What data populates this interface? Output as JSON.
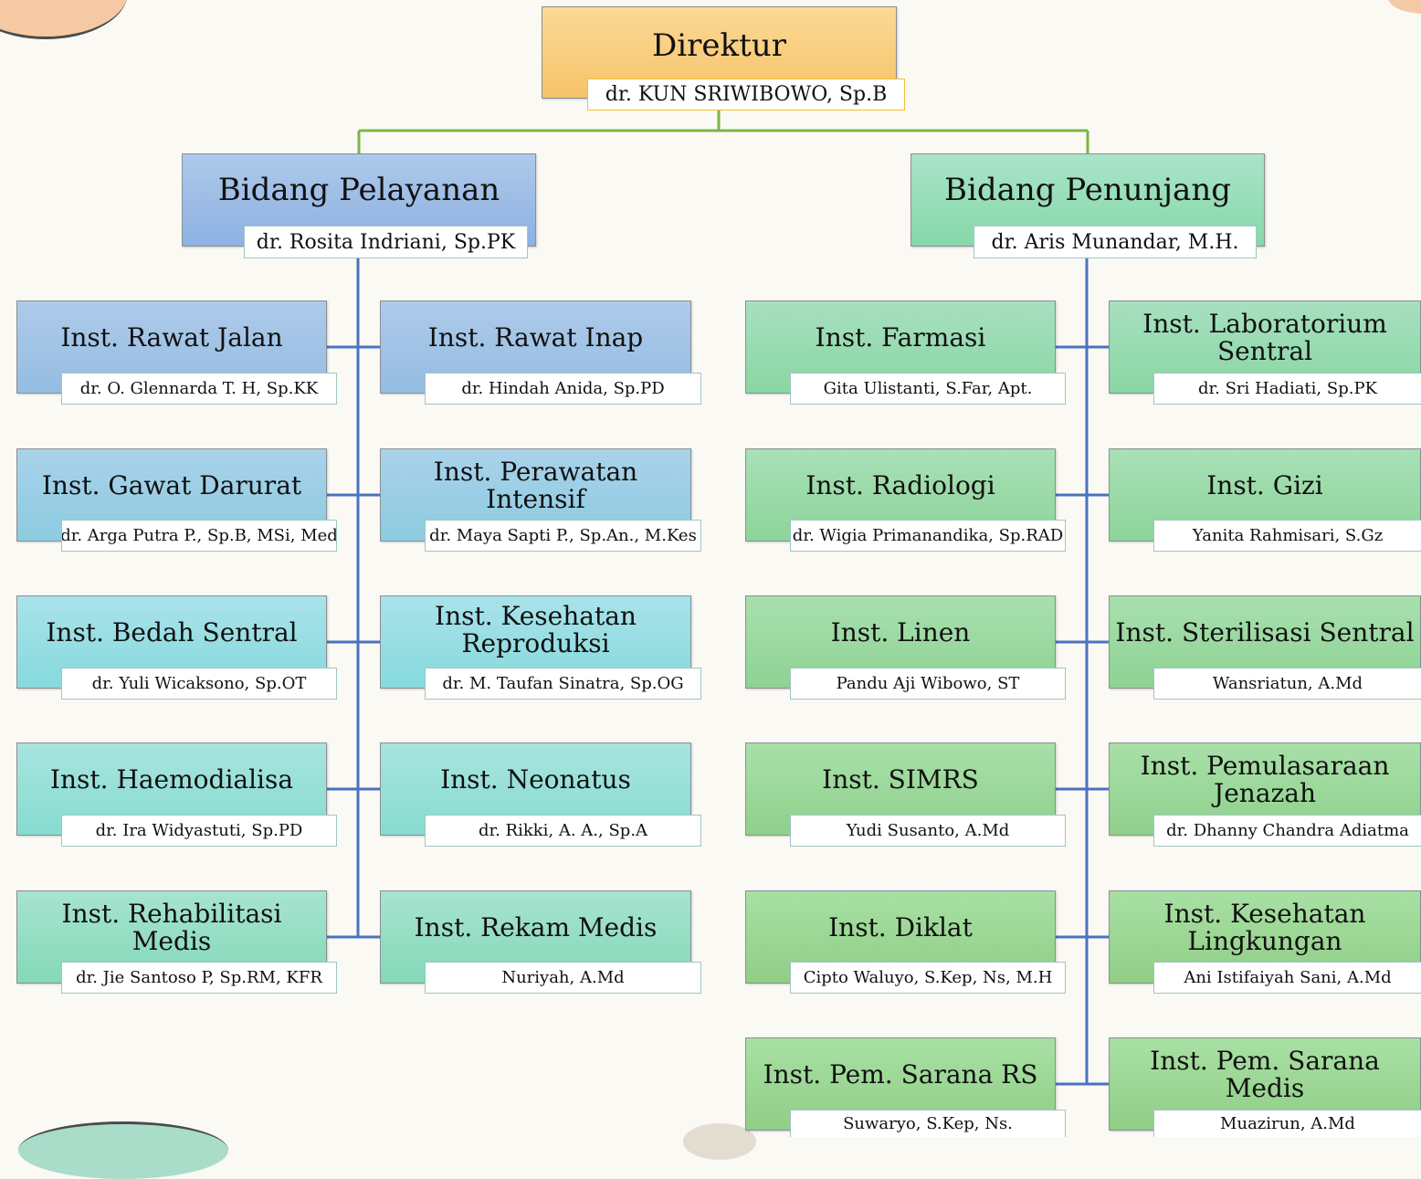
{
  "director": {
    "title": "Direktur",
    "name": "dr. KUN SRIWIBOWO, Sp.B"
  },
  "pelayanan": {
    "title": "Bidang Pelayanan",
    "name": "dr. Rosita Indriani, Sp.PK",
    "units": [
      {
        "title": "Inst. Rawat Jalan",
        "name": "dr. O. Glennarda T. H, Sp.KK"
      },
      {
        "title": "Inst. Rawat Inap",
        "name": "dr. Hindah Anida, Sp.PD"
      },
      {
        "title": "Inst. Gawat Darurat",
        "name": "dr. Arga Putra P., Sp.B, MSi, Med"
      },
      {
        "title": "Inst. Perawatan Intensif",
        "name": "dr. Maya Sapti P., Sp.An., M.Kes"
      },
      {
        "title": "Inst. Bedah Sentral",
        "name": "dr. Yuli Wicaksono, Sp.OT"
      },
      {
        "title": "Inst. Kesehatan Reproduksi",
        "name": "dr. M. Taufan Sinatra, Sp.OG"
      },
      {
        "title": "Inst. Haemodialisa",
        "name": "dr. Ira Widyastuti, Sp.PD"
      },
      {
        "title": "Inst. Neonatus",
        "name": "dr. Rikki, A. A., Sp.A"
      },
      {
        "title": "Inst. Rehabilitasi Medis",
        "name": "dr. Jie Santoso P, Sp.RM, KFR"
      },
      {
        "title": "Inst. Rekam Medis",
        "name": "Nuriyah, A.Md"
      }
    ]
  },
  "penunjang": {
    "title": "Bidang Penunjang",
    "name": "dr. Aris Munandar, M.H.",
    "units": [
      {
        "title": "Inst. Farmasi",
        "name": "Gita Ulistanti, S.Far, Apt."
      },
      {
        "title": "Inst. Laboratorium Sentral",
        "name": "dr. Sri Hadiati, Sp.PK"
      },
      {
        "title": "Inst. Radiologi",
        "name": "dr. Wigia Primanandika, Sp.RAD"
      },
      {
        "title": "Inst. Gizi",
        "name": "Yanita Rahmisari, S.Gz"
      },
      {
        "title": "Inst. Linen",
        "name": "Pandu Aji Wibowo, ST"
      },
      {
        "title": "Inst. Sterilisasi Sentral",
        "name": "Wansriatun, A.Md"
      },
      {
        "title": "Inst. SIMRS",
        "name": "Yudi Susanto, A.Md"
      },
      {
        "title": "Inst. Pemulasaraan Jenazah",
        "name": "dr. Dhanny Chandra Adiatma"
      },
      {
        "title": "Inst. Diklat",
        "name": "Cipto Waluyo, S.Kep, Ns, M.H"
      },
      {
        "title": "Inst. Kesehatan Lingkungan",
        "name": "Ani Istifaiyah Sani, A.Md"
      },
      {
        "title": "Inst. Pem. Sarana RS",
        "name": "Suwaryo, S.Kep, Ns."
      },
      {
        "title": "Inst. Pem. Sarana Medis",
        "name": "Muazirun, A.Md"
      }
    ]
  },
  "colors": {
    "connector_green": "#7ab648",
    "connector_blue": "#4a72c0",
    "director_border": "#f0c030"
  }
}
